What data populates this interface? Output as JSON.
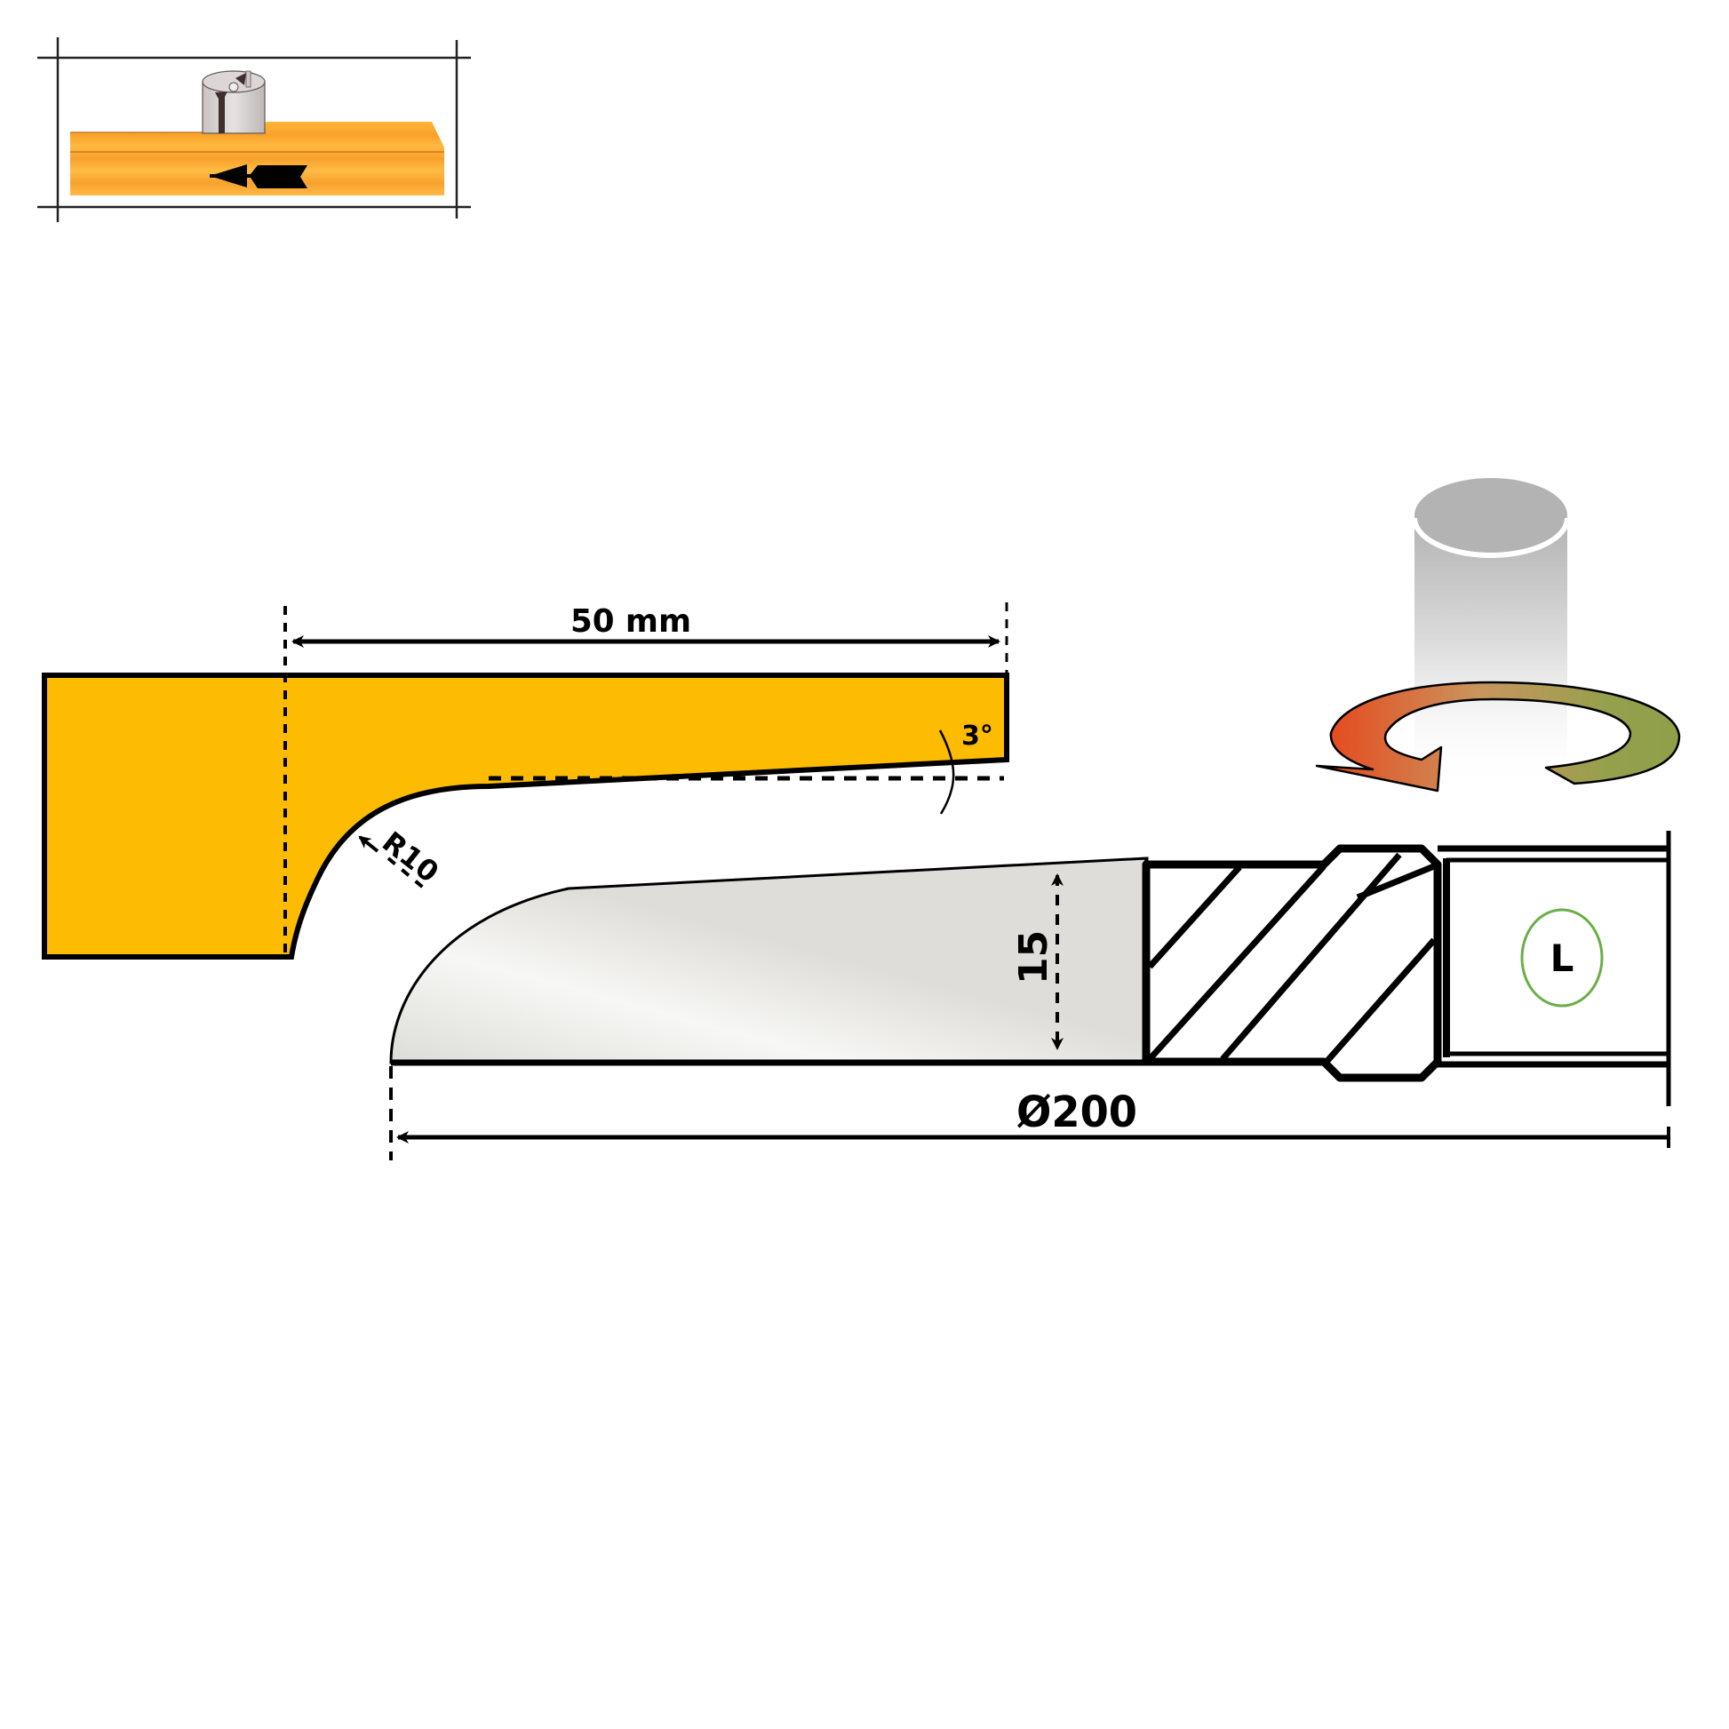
{
  "thumbnail": {
    "description": "router cutter on wood board with feed direction arrow"
  },
  "profile": {
    "width_label": "50 mm",
    "angle_label": "3°",
    "radius_label": "R10",
    "fill_color": "#FDBB02"
  },
  "cutter": {
    "height_label": "15",
    "diameter_label": "Ø200",
    "rotation_label": "L",
    "rotation_circle_color": "#6AAE47",
    "blade_color": "#E0E0DD"
  },
  "rotation_arrow": {
    "start_color": "#E8451A",
    "end_color": "#8FA04A"
  }
}
